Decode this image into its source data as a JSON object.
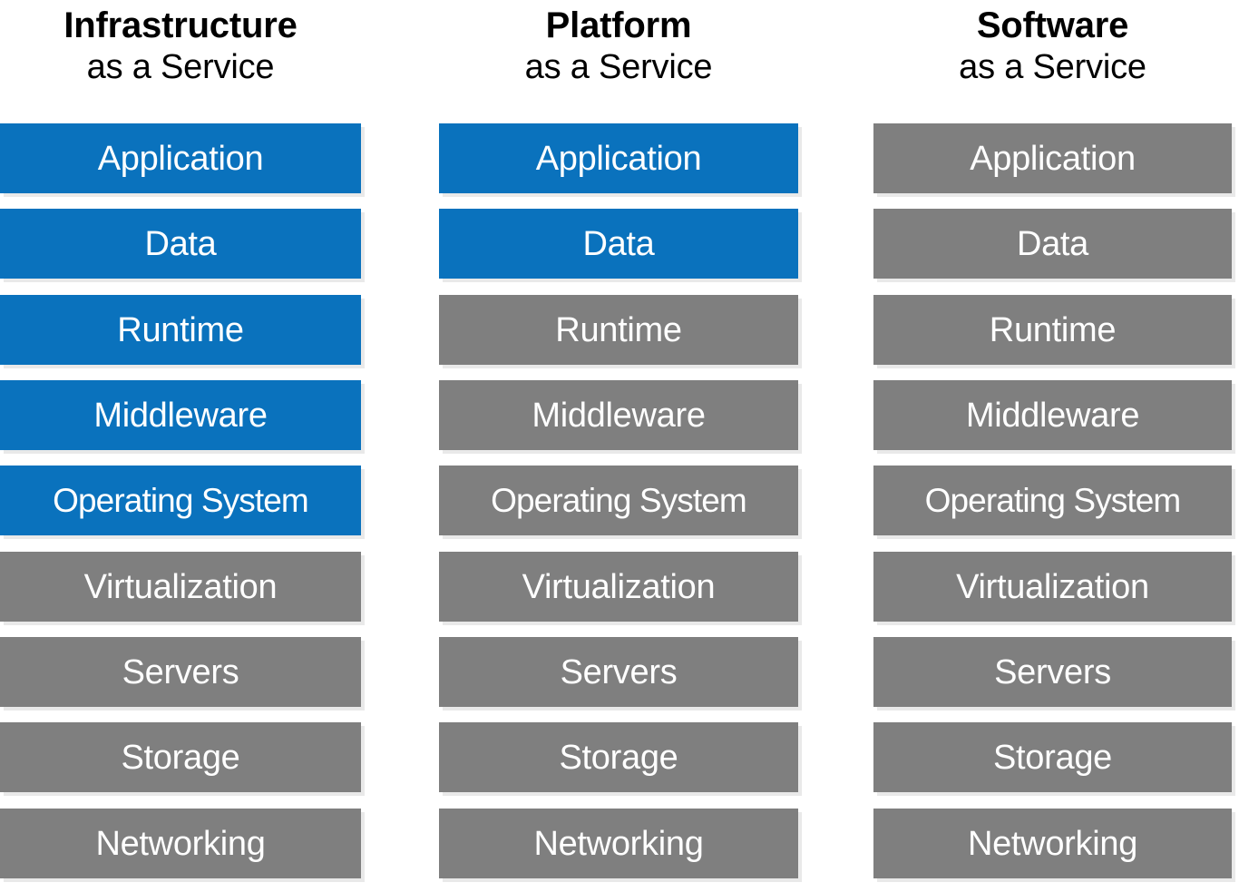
{
  "diagram": {
    "type": "stacked-responsibility-matrix",
    "background_color": "#ffffff",
    "colors": {
      "managed_by_provider": "#7F7F7F",
      "managed_by_user": "#0A72BD",
      "label_text": "#FFFFFF",
      "header_text": "#000000",
      "shadow": "#E9E9E9"
    },
    "layer_names": [
      "Application",
      "Data",
      "Runtime",
      "Middleware",
      "Operating System",
      "Servers",
      "Storage",
      "Networking",
      "Virtualization"
    ],
    "columns": [
      {
        "id": "iaas",
        "title_main": "Infrastructure",
        "title_sub": "as a Service",
        "layers": [
          {
            "label": "Application",
            "color": "#0A72BD",
            "fill": "blue"
          },
          {
            "label": "Data",
            "color": "#0A72BD",
            "fill": "blue"
          },
          {
            "label": "Runtime",
            "color": "#0A72BD",
            "fill": "blue"
          },
          {
            "label": "Middleware",
            "color": "#0A72BD",
            "fill": "blue"
          },
          {
            "label": "Operating System",
            "color": "#0A72BD",
            "fill": "blue"
          },
          {
            "label": "Virtualization",
            "color": "#7F7F7F",
            "fill": "gray"
          },
          {
            "label": "Servers",
            "color": "#7F7F7F",
            "fill": "gray"
          },
          {
            "label": "Storage",
            "color": "#7F7F7F",
            "fill": "gray"
          },
          {
            "label": "Networking",
            "color": "#7F7F7F",
            "fill": "gray"
          }
        ]
      },
      {
        "id": "paas",
        "title_main": "Platform",
        "title_sub": "as a Service",
        "layers": [
          {
            "label": "Application",
            "color": "#0A72BD",
            "fill": "blue"
          },
          {
            "label": "Data",
            "color": "#0A72BD",
            "fill": "blue"
          },
          {
            "label": "Runtime",
            "color": "#7F7F7F",
            "fill": "gray"
          },
          {
            "label": "Middleware",
            "color": "#7F7F7F",
            "fill": "gray"
          },
          {
            "label": "Operating System",
            "color": "#7F7F7F",
            "fill": "gray"
          },
          {
            "label": "Virtualization",
            "color": "#7F7F7F",
            "fill": "gray"
          },
          {
            "label": "Servers",
            "color": "#7F7F7F",
            "fill": "gray"
          },
          {
            "label": "Storage",
            "color": "#7F7F7F",
            "fill": "gray"
          },
          {
            "label": "Networking",
            "color": "#7F7F7F",
            "fill": "gray"
          }
        ]
      },
      {
        "id": "saas",
        "title_main": "Software",
        "title_sub": "as a Service",
        "layers": [
          {
            "label": "Application",
            "color": "#7F7F7F",
            "fill": "gray"
          },
          {
            "label": "Data",
            "color": "#7F7F7F",
            "fill": "gray"
          },
          {
            "label": "Runtime",
            "color": "#7F7F7F",
            "fill": "gray"
          },
          {
            "label": "Middleware",
            "color": "#7F7F7F",
            "fill": "gray"
          },
          {
            "label": "Operating System",
            "color": "#7F7F7F",
            "fill": "gray"
          },
          {
            "label": "Virtualization",
            "color": "#7F7F7F",
            "fill": "gray"
          },
          {
            "label": "Servers",
            "color": "#7F7F7F",
            "fill": "gray"
          },
          {
            "label": "Storage",
            "color": "#7F7F7F",
            "fill": "gray"
          },
          {
            "label": "Networking",
            "color": "#7F7F7F",
            "fill": "gray"
          }
        ]
      }
    ]
  }
}
